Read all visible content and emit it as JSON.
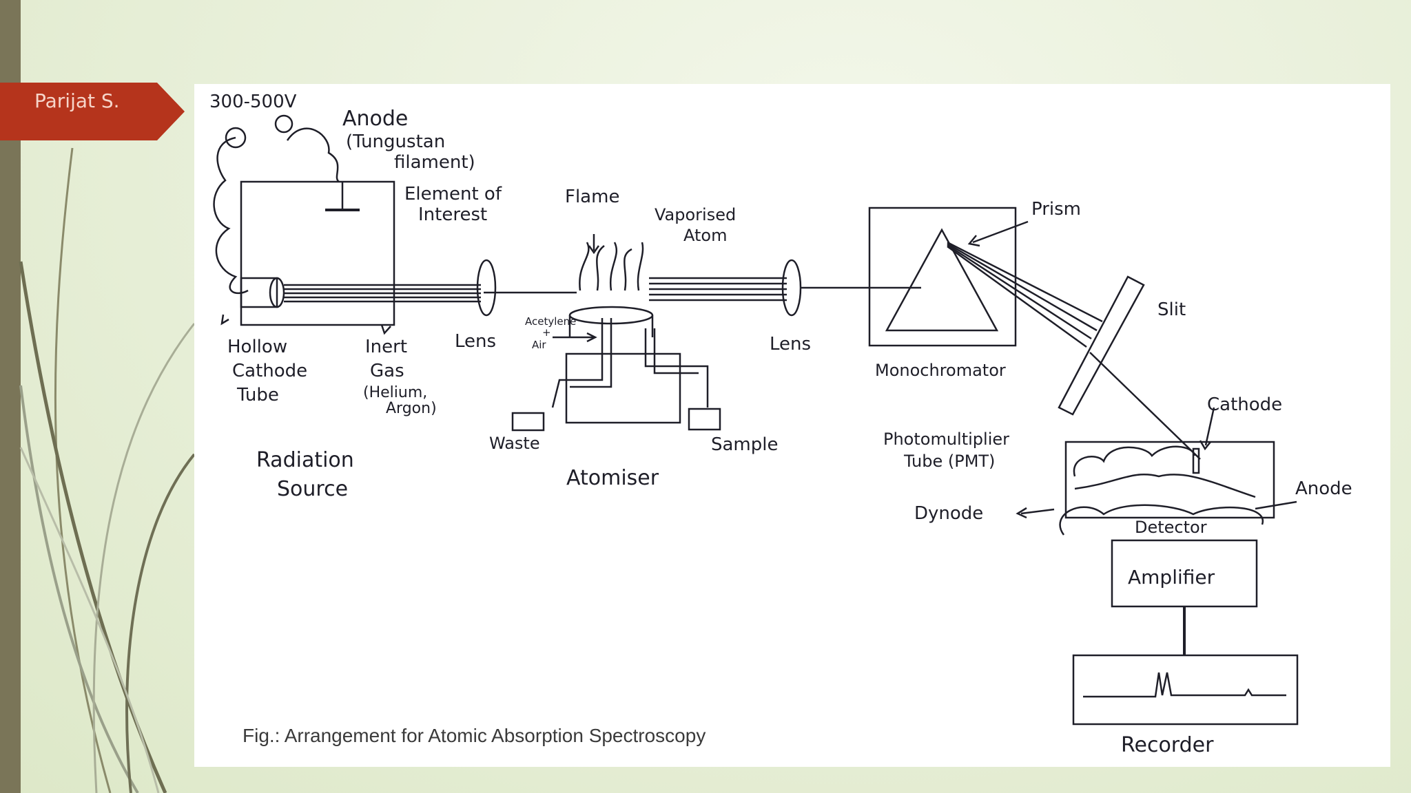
{
  "slide": {
    "author_tag": "Parijat S.",
    "colors": {
      "tag": "#b5341c",
      "bar": "#7a7558",
      "background": "#e6eed6"
    }
  },
  "diagram": {
    "voltage": "300-500V",
    "anode_top": "Anode",
    "tungsten": "(Tungustan",
    "filament": "filament)",
    "element_of": "Element of",
    "interest": "Interest",
    "flame": "Flame",
    "vaporised": "Vaporised",
    "atom": "Atom",
    "prism": "Prism",
    "slit": "Slit",
    "hollow": "Hollow",
    "cathode_label": "Cathode",
    "tube": "Tube",
    "inert": "Inert",
    "gas": "Gas",
    "helium": "(Helium,",
    "argon": "Argon)",
    "lens_1": "Lens",
    "lens_2": "Lens",
    "acetylene": "Acetylene",
    "plus": "+",
    "air": "Air",
    "monochromator": "Monochromator",
    "cathode_pmt": "Cathode",
    "photomultiplier": "Photomultiplier",
    "pmt_tube": "Tube (PMT)",
    "waste": "Waste",
    "sample": "Sample",
    "radiation": "Radiation",
    "source": "Source",
    "atomiser": "Atomiser",
    "dynode": "Dynode",
    "anode_pmt": "Anode",
    "detector": "Detector",
    "amplifier": "Amplifier",
    "recorder": "Recorder",
    "caption": "Fig.: Arrangement for Atomic Absorption Spectroscopy"
  }
}
